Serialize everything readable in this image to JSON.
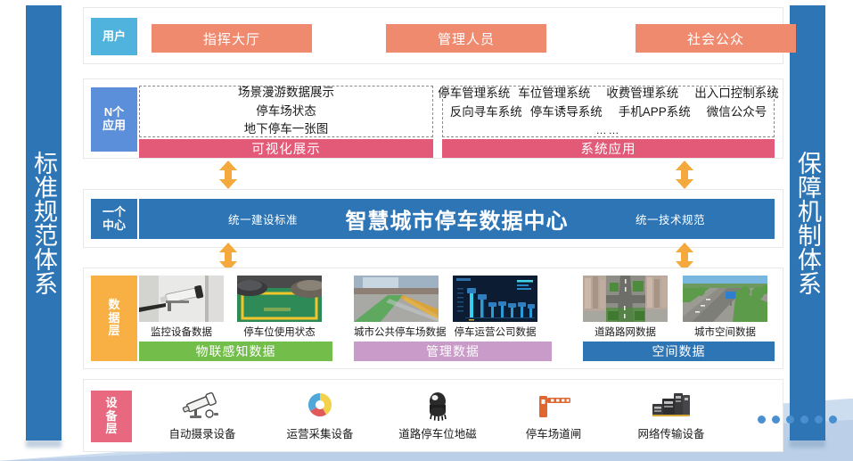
{
  "pillars": {
    "left": {
      "label": "标准规范体系"
    },
    "right": {
      "label": "保障机制体系"
    }
  },
  "rows": {
    "users": {
      "tag": "用户",
      "boxes": [
        {
          "label": "指挥大厅"
        },
        {
          "label": "管理人员"
        },
        {
          "label": "社会公众"
        }
      ]
    },
    "apps": {
      "tag": "N个\n应用",
      "tag_line1": "N个",
      "tag_line2": "应用",
      "left_panel": {
        "lines": [
          "场景漫游数据展示",
          "停车场状态",
          "地下停车一张图"
        ],
        "bar_label": "可视化展示"
      },
      "right_panel": {
        "lines": [
          "停车管理系统  车位管理系统   收费管理系统   出入口控制系统",
          "反向寻车系统  停车诱导系统   手机APP系统   微信公众号",
          "……"
        ],
        "row1": [
          "停车管理系统",
          "车位管理系统",
          "收费管理系统",
          "出入口控制系统"
        ],
        "row2": [
          "反向寻车系统",
          "停车诱导系统",
          "手机APP系统",
          "微信公众号"
        ],
        "row3": "……",
        "bar_label": "系统应用"
      }
    },
    "center": {
      "tag_line1": "一个",
      "tag_line2": "中心",
      "left_sub": "统一建设标准",
      "title": "智慧城市停车数据中心",
      "right_sub": "统一技术规范"
    },
    "data": {
      "tag_chars": [
        "数",
        "据",
        "层"
      ],
      "thumbs": [
        {
          "caption": "监控设备数据",
          "image": "surveillance-camera-photo"
        },
        {
          "caption": "停车位使用状态",
          "image": "parking-space-photo"
        },
        {
          "caption": "城市公共停车场数据",
          "image": "urban-road-photo"
        },
        {
          "caption": "停车运营公司数据",
          "image": "data-dashboard-photo"
        },
        {
          "caption": "道路路网数据",
          "image": "road-network-photo"
        },
        {
          "caption": "城市空间数据",
          "image": "city-space-photo"
        }
      ],
      "categories": [
        {
          "label": "物联感知数据",
          "color": "#73bd4a"
        },
        {
          "label": "管理数据",
          "color": "#c89bc8"
        },
        {
          "label": "空间数据",
          "color": "#2e75b6"
        }
      ]
    },
    "devices": {
      "tag_chars": [
        "设",
        "备",
        "层"
      ],
      "items": [
        {
          "caption": "自动摄录设备",
          "icon": "cctv-camera-icon"
        },
        {
          "caption": "运营采集设备",
          "icon": "data-collection-icon"
        },
        {
          "caption": "道路停车位地磁",
          "icon": "geomagnetic-sensor-icon"
        },
        {
          "caption": "停车场道闸",
          "icon": "parking-barrier-icon"
        },
        {
          "caption": "网络传输设备",
          "icon": "network-server-icon"
        }
      ],
      "more_dots": 6
    }
  },
  "colors": {
    "pillar_blue": "#2e75b6",
    "user_tag": "#4fb3dd",
    "user_box": "#ef8a6f",
    "app_tag": "#5b8fd9",
    "app_bar": "#e35a78",
    "center_blue": "#2e75b6",
    "data_tag": "#f8b045",
    "device_tag": "#e8697f",
    "arrow": "#f5a93c",
    "dot": "#4a8fd0"
  }
}
